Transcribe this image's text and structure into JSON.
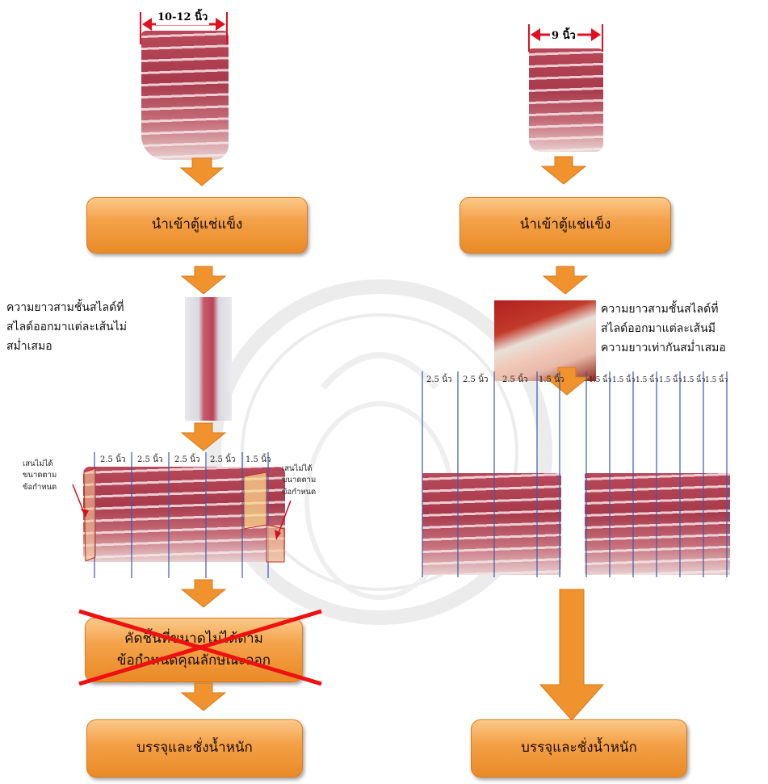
{
  "left": {
    "width_label": "10-12 นิ้ว",
    "step1": "นำเข้าตู้แช่แข็ง",
    "caption": [
      "ความยาวสามชั้นสไลด์ที่",
      "สไลด์ออกมาแต่ละเส้นไม่",
      "สม่ำเสมอ"
    ],
    "segments": [
      "2.5 นิ้ว",
      "2.5 นิ้ว",
      "2.5 นิ้ว",
      "2.5 นิ้ว",
      "1.5 นิ้ว"
    ],
    "note_left": [
      "เสนไม่ได้",
      "ขนาดตาม",
      "ข้อกำหนด"
    ],
    "note_right": [
      "เสนไม่ได้",
      "ขนาดตาม",
      "ข้อกำหนด"
    ],
    "step2": [
      "คัดชิ้นที่ขนาดไม่ได้ตาม",
      "ข้อกำหนดคุณลักษณะออก"
    ],
    "step3": "บรรจุและชั่งน้ำหนัก"
  },
  "right": {
    "width_label": "9 นิ้ว",
    "step1": "นำเข้าตู้แช่แข็ง",
    "caption": [
      "ความยาวสามชั้นสไลด์ที่",
      "สไลด์ออกมาแต่ละเส้นมี",
      "ความยาวเท่ากันสม่ำเสมอ"
    ],
    "segments_a": [
      "2.5 นิ้ว",
      "2.5 นิ้ว",
      "2.5 นิ้ว",
      "1.5 นิ้ว"
    ],
    "segments_b": [
      "1.5 นิ้ว",
      "1.5 นิ้ว",
      "1.5 นิ้ว",
      "1.5 นิ้ว",
      "1.5 นิ้ว",
      "1.5 นิ้ว"
    ],
    "step3": "บรรจุและชั่งน้ำหนัก"
  },
  "colors": {
    "arrow": "#f0922e",
    "box": "#f4a24a",
    "dimension": "#e01020",
    "cross": "#ee1111",
    "guide": "#3b5bb0"
  }
}
